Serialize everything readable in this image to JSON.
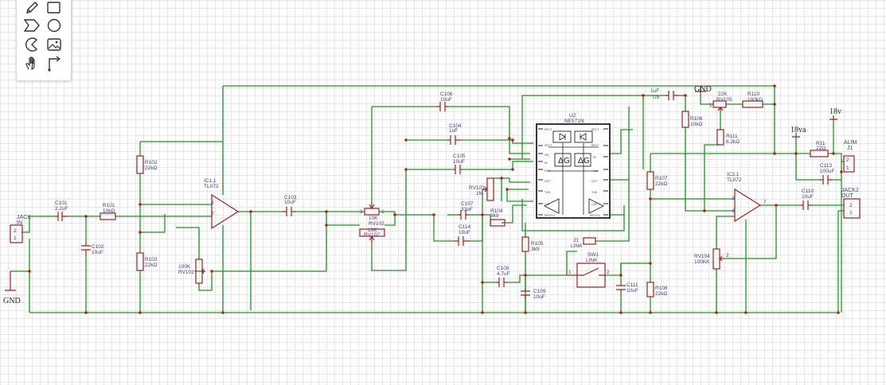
{
  "toolbar": {
    "tools": [
      {
        "icon": "pencil-icon"
      },
      {
        "icon": "rectangle-icon"
      },
      {
        "icon": "arrow-shape-icon"
      },
      {
        "icon": "circle-icon"
      },
      {
        "icon": "pie-icon"
      },
      {
        "icon": "image-icon"
      },
      {
        "icon": "hand-icon"
      },
      {
        "icon": "connector-icon"
      }
    ]
  },
  "colors": {
    "wire": "#1a9a1a",
    "component": "#a02020",
    "junction": "#c01a1a",
    "text": "#3c3c8c"
  },
  "labels": {
    "jack_in_ref": "JACK",
    "jack_in_val": "IN",
    "gnd": "GND",
    "c101_ref": "C101",
    "c101_val": "2.2uF",
    "r101_ref": "R101",
    "r101_val": "10kΩ",
    "c102_ref": "C102",
    "c102_val": "10uF",
    "r102_ref": "R102",
    "r102_val": "22kΩ",
    "r103_ref": "R103",
    "r103_val": "22kΩ",
    "ic11_ref": "IC1.1",
    "ic11_val": "TL072",
    "rv101_ref": "RV101",
    "rv101_val": "100K",
    "c103_ref": "C103",
    "c103_val": "10uF",
    "rv102_ref": "RV102",
    "rv102_val": "10K",
    "rv102b_ref": "RV102'",
    "rv102b_val": "10K'",
    "c106_ref": "C106",
    "c106_val": "10uF",
    "c104_ref": "C104",
    "c104_val": "1uF",
    "c105_ref": "C105",
    "c105_val": "10uF",
    "rv103_ref": "RV103",
    "rv103_val": "1M",
    "c107_ref": "C107",
    "c107_val": "33pF",
    "r104_ref": "R104",
    "r104_val": "3k9",
    "c114_ref": "C114",
    "c114_val": "10uF",
    "r105_ref": "R105",
    "r105_val": "3k9",
    "c108_ref": "C108",
    "c108_val": "4.7uF",
    "c109_ref": "C109",
    "c109_val": "10uF",
    "u2_ref": "U2",
    "u2_val": "NE571N",
    "j1_ref": "J1",
    "j1_val": "LINK",
    "sw1_ref": "SW1",
    "sw1_val": "LINK",
    "c111_ref": "C111",
    "c111_val": "10uF",
    "u5_ref": "U5",
    "u5_val": "1uF",
    "r106_ref": "R106",
    "r106_val": "10kΩ",
    "rv105_ref": "RV105",
    "rv105_val": "22K",
    "r110_ref": "R110",
    "r110_val": "100kΩ",
    "r111_ref": "R111",
    "r111_val": "6.2kΩ",
    "r107_ref": "R107",
    "r107_val": "22kΩ",
    "r108_ref": "R108",
    "r108_val": "22kΩ",
    "ic21_ref": "IC2.1",
    "ic21_val": "TL072",
    "rv104_ref": "RV104",
    "rv104_val": "100KK",
    "c110_ref": "C110",
    "c110_val": "10uF",
    "r11_ref": "R11",
    "r11_val": "22Ω",
    "c113_ref": "C113",
    "c113_val": "100uF",
    "alim_ref": "ALIM",
    "alim_val": "J1",
    "jack2_ref": "JACK2",
    "jack2_val": "OUT",
    "v18": "18v",
    "v18va": "18va",
    "pin1": "1",
    "pin2": "2",
    "pin3": "3",
    "pin5": "5",
    "pin6": "6",
    "pin7": "7"
  }
}
